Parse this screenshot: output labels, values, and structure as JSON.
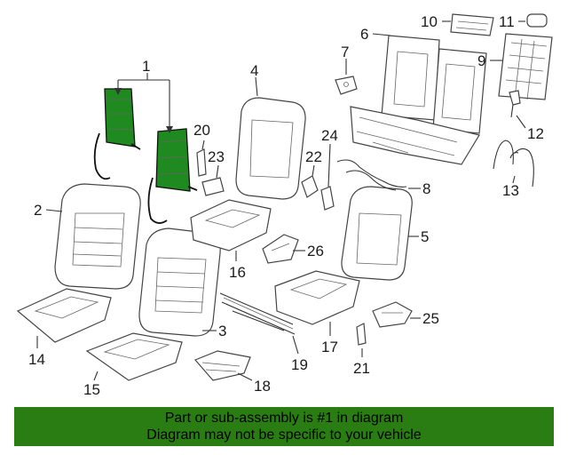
{
  "callouts": [
    "1",
    "2",
    "3",
    "4",
    "5",
    "6",
    "7",
    "8",
    "9",
    "10",
    "11",
    "12",
    "13",
    "14",
    "15",
    "16",
    "17",
    "18",
    "19",
    "20",
    "21",
    "22",
    "23",
    "24",
    "25",
    "26"
  ],
  "banner": {
    "line1": "Part or sub-assembly is #1 in diagram",
    "line2": "Diagram may not be specific to your vehicle"
  },
  "colors": {
    "highlight": "#1f8a1f",
    "banner": "#2a7d12"
  }
}
